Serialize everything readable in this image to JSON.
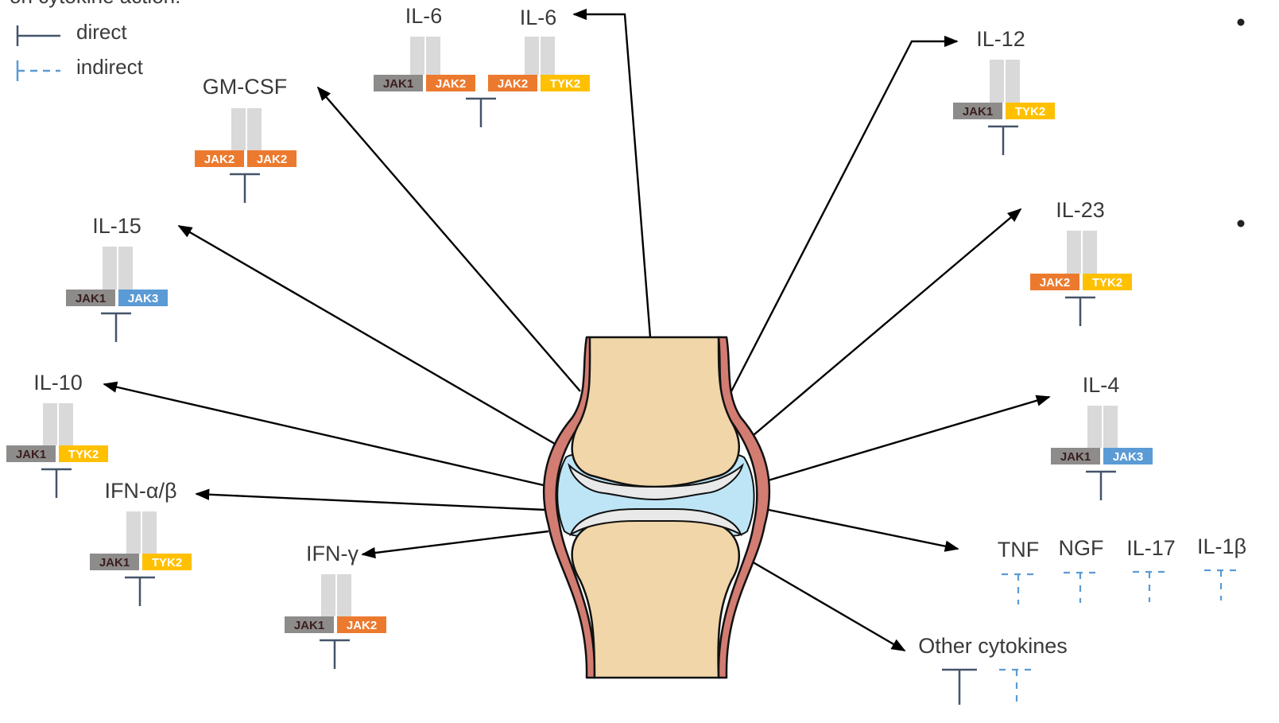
{
  "legend": {
    "heading": "on cytokine action:",
    "direct_label": "direct",
    "indirect_label": "indirect"
  },
  "colors": {
    "JAK1": "#8e8b8b",
    "JAK2": "#ec7a2e",
    "JAK3": "#5b9bd5",
    "TYK2": "#ffc000",
    "receptor": "#d9d9d9",
    "direct_symbol": "#44546a",
    "indirect_symbol": "#5b9bd5",
    "arrow": "#000000",
    "bone": "#f0d6a8",
    "cartilage": "#e9e9e9",
    "synovial_fluid": "#bde5f6",
    "capsule": "#d27c72"
  },
  "cytokines": [
    {
      "id": "il6-a",
      "label": "IL-6",
      "jaks": [
        "JAK1",
        "JAK2"
      ],
      "inhibition": "direct"
    },
    {
      "id": "il6-b",
      "label": "IL-6",
      "jaks": [
        "JAK2",
        "TYK2"
      ],
      "inhibition": "direct"
    },
    {
      "id": "gmcsf",
      "label": "GM-CSF",
      "jaks": [
        "JAK2",
        "JAK2"
      ],
      "inhibition": "direct"
    },
    {
      "id": "il15",
      "label": "IL-15",
      "jaks": [
        "JAK1",
        "JAK3"
      ],
      "inhibition": "direct"
    },
    {
      "id": "il10",
      "label": "IL-10",
      "jaks": [
        "JAK1",
        "TYK2"
      ],
      "inhibition": "direct"
    },
    {
      "id": "ifnab",
      "label": "IFN-α/β",
      "jaks": [
        "JAK1",
        "TYK2"
      ],
      "inhibition": "direct"
    },
    {
      "id": "ifng",
      "label": "IFN-γ",
      "jaks": [
        "JAK1",
        "JAK2"
      ],
      "inhibition": "direct"
    },
    {
      "id": "il12",
      "label": "IL-12",
      "jaks": [
        "JAK1",
        "TYK2"
      ],
      "inhibition": "direct"
    },
    {
      "id": "il23",
      "label": "IL-23",
      "jaks": [
        "JAK2",
        "TYK2"
      ],
      "inhibition": "direct"
    },
    {
      "id": "il4",
      "label": "IL-4",
      "jaks": [
        "JAK1",
        "JAK3"
      ],
      "inhibition": "direct"
    },
    {
      "id": "tnf",
      "label": "TNF",
      "jaks": [],
      "inhibition": "indirect"
    },
    {
      "id": "ngf",
      "label": "NGF",
      "jaks": [],
      "inhibition": "indirect"
    },
    {
      "id": "il17",
      "label": "IL-17",
      "jaks": [],
      "inhibition": "indirect"
    },
    {
      "id": "il1b",
      "label": "IL-1β",
      "jaks": [],
      "inhibition": "indirect"
    },
    {
      "id": "other",
      "label": "Other cytokines",
      "jaks": [],
      "inhibition": "direct and indirect"
    }
  ]
}
